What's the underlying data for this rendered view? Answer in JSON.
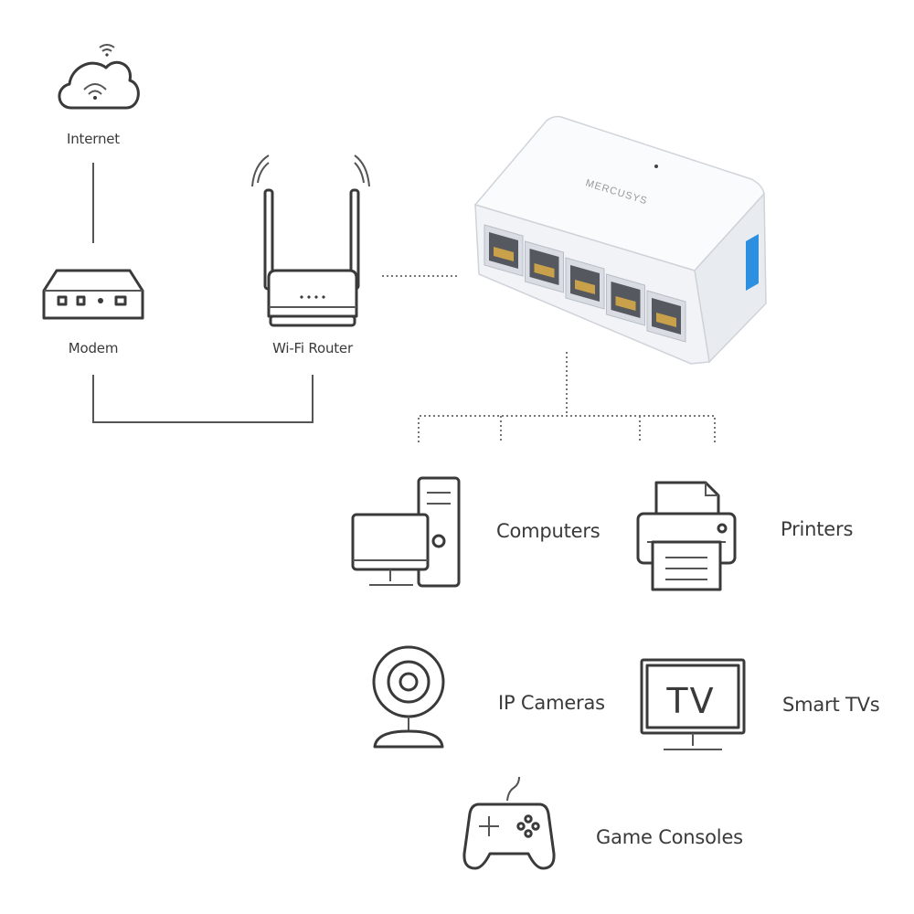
{
  "diagram": {
    "nodes": {
      "internet": "Internet",
      "modem": "Modem",
      "router": "Wi-Fi Router",
      "switch_brand": "MERCUSYS"
    },
    "devices": {
      "computers": "Computers",
      "printers": "Printers",
      "ip_cameras": "IP Cameras",
      "smart_tvs": "Smart TVs",
      "game_consoles": "Game Consoles",
      "tv_screen_text": "TV"
    },
    "colors": {
      "line": "#555555",
      "icon": "#3a3a3a",
      "switch_body": "#f4f5f7",
      "port_accent": "#2d8fe0"
    },
    "switch_port_count": 5
  }
}
